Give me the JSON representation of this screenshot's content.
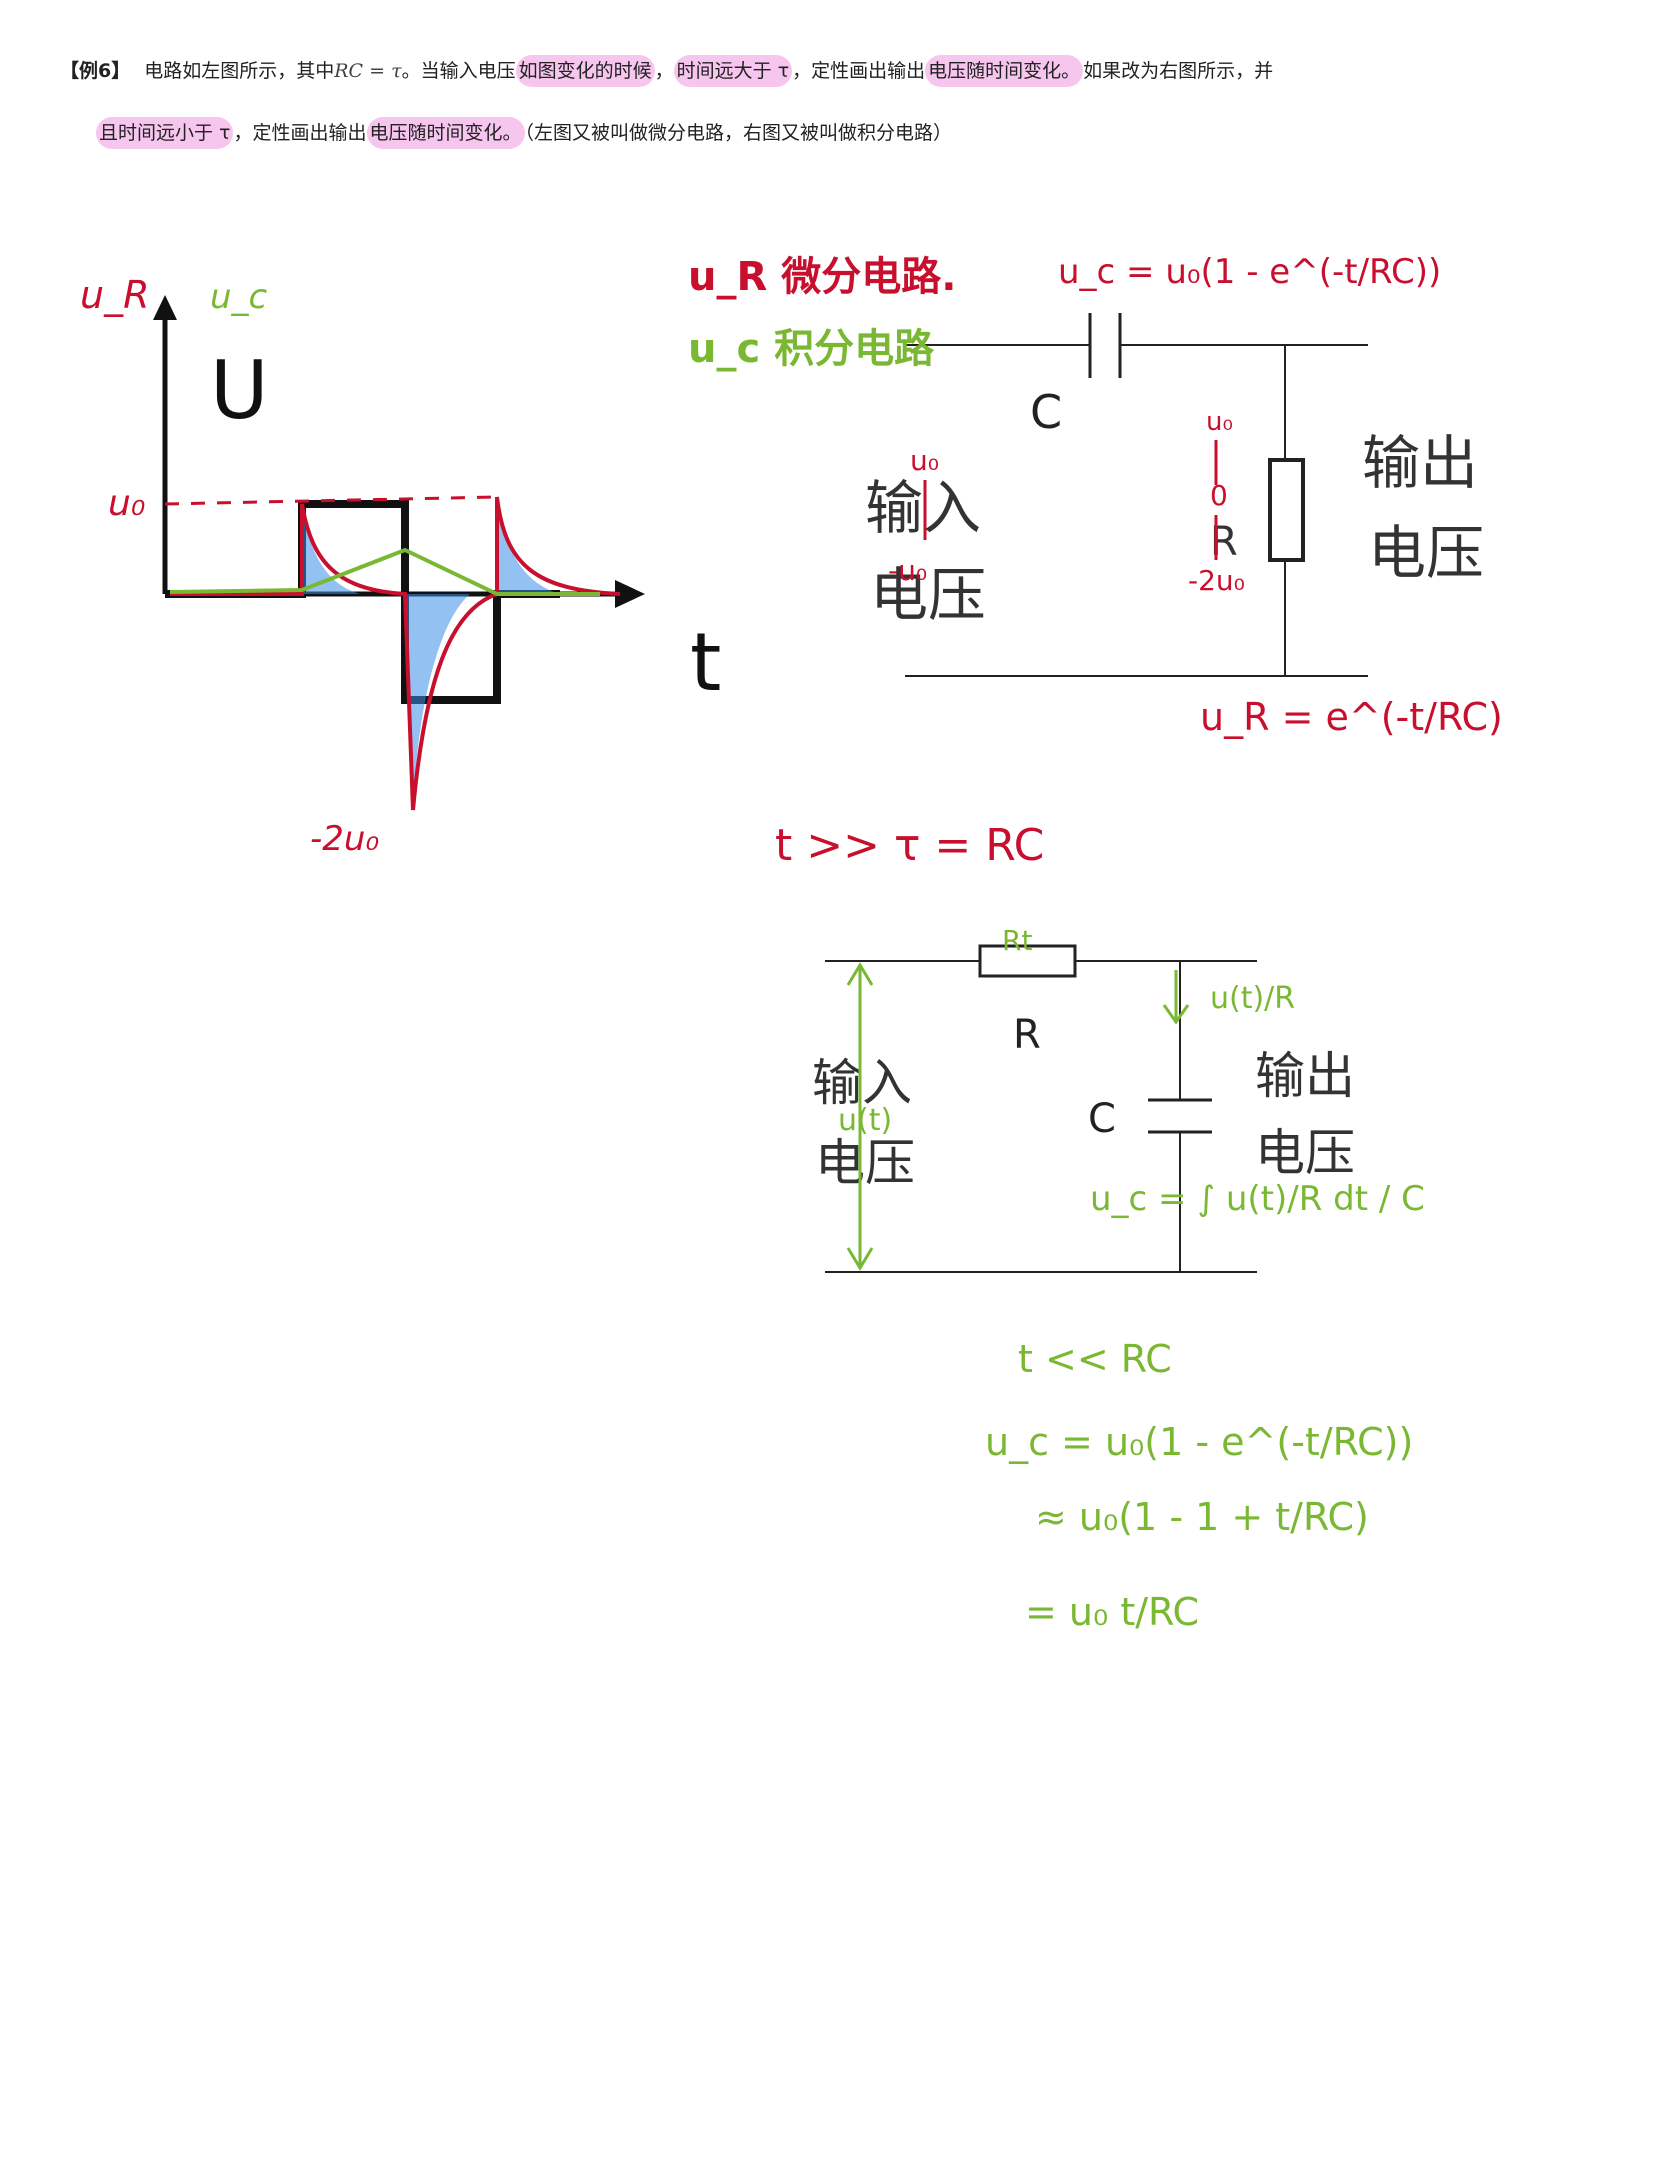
{
  "problem": {
    "tag": "【例6】",
    "t1": "电路如左图所示，其中",
    "rc_eq": "RC = τ",
    "t2": "。当输入电压",
    "h1": "如图变化的时候",
    "t3": "，",
    "h2": "时间远大于 τ",
    "t4": "，定性画出输出",
    "h3": "电压随时间变化。",
    "t5": "如果改为右图所示，并",
    "h4": "且时间远小于 τ",
    "t6": "，定性画出输出",
    "h5": "电压随时间变化。",
    "t7": "（左图又被叫做微分电路，右图又被叫做积分电路）"
  },
  "graph": {
    "u_label": "U",
    "t_label": "t",
    "ur_label": "u_R",
    "uc_label": "u_c",
    "u0_label": "u₀",
    "neg_label": "-2u₀"
  },
  "circuit1": {
    "c_label": "C",
    "in_label1": "输入",
    "in_label2": "电压",
    "out_label1": "输出",
    "out_label2": "电压",
    "r_label": "R"
  },
  "circuit2": {
    "r_label": "R",
    "c_label": "C",
    "in_label1": "输入",
    "in_label2": "电压",
    "out_label1": "输出",
    "out_label2": "电压"
  },
  "notes": {
    "ur_diff": "u_R 微分电路.",
    "uc_int": "u_c 积分电路",
    "uc_formula": "u_c = u₀(1 - e^(-t/RC))",
    "ur_formula": "u_R = e^(-t/RC)",
    "c1_u0": "u₀",
    "c1_zero": "0",
    "c1_neg2u0": "-2u₀",
    "in_u0": "u₀",
    "in_negu0": "-u₀",
    "cond_gt": "t >> τ = RC",
    "rt": "Rt",
    "ut_over_r": "u(t)/R",
    "ut": "u(t)",
    "uc_integral": "u_c = ∫ u(t)/R dt / C",
    "cond_lt": "t << RC",
    "d1": "u_c = u₀(1 - e^(-t/RC))",
    "d2": "≈ u₀(1 - 1 + t/RC)",
    "d3": "= u₀ t/RC"
  },
  "colors": {
    "red": "#c8102e",
    "green": "#7ab834",
    "blue": "#3b8ee8",
    "highlight": "#f7c6ef"
  }
}
